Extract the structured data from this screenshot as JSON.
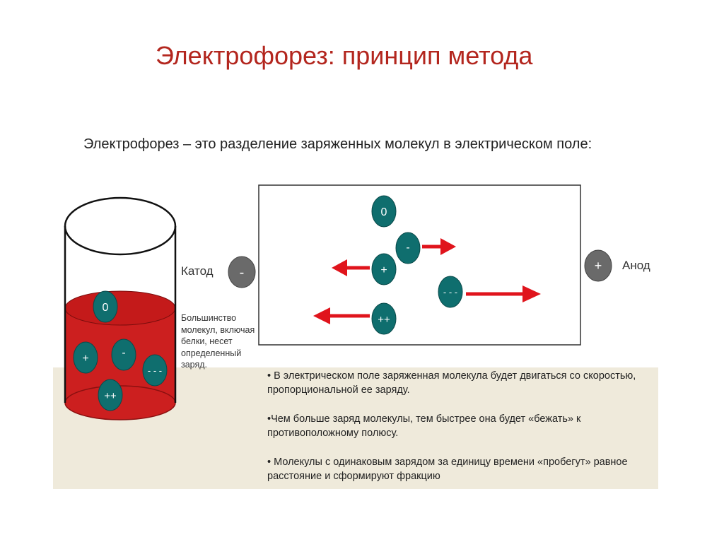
{
  "title": "Электрофорез: принцип метода",
  "intro": "Электрофорез – это разделение заряженных молекул в электрическом поле:",
  "labels": {
    "cathode": "Катод",
    "anode": "Анод",
    "cathode_sign": "-",
    "anode_sign": "+"
  },
  "beaker_note": "Большинство молекул, включая белки, несет определенный заряд.",
  "beaker_molecules": [
    "0",
    "+",
    "-",
    "- - -",
    "++"
  ],
  "field_molecules": [
    "0",
    "-",
    "+",
    "- - -",
    "++"
  ],
  "bullets": [
    "• В электрическом поле заряженная молекула будет двигаться со скоростью, пропорциональной ее заряду.",
    "•Чем больше заряд молекулы, тем быстрее она будет «бежать» к противоположному полюсу.",
    "• Молекулы с одинаковым зарядом за единицу времени «пробегут» равное расстояние и сформируют фракцию"
  ],
  "colors": {
    "title": "#b3261e",
    "molecule": "#0f6e6e",
    "arrow": "#e0141c",
    "liquid": "#cc1f1f",
    "electrode": "#6a6a6a"
  }
}
